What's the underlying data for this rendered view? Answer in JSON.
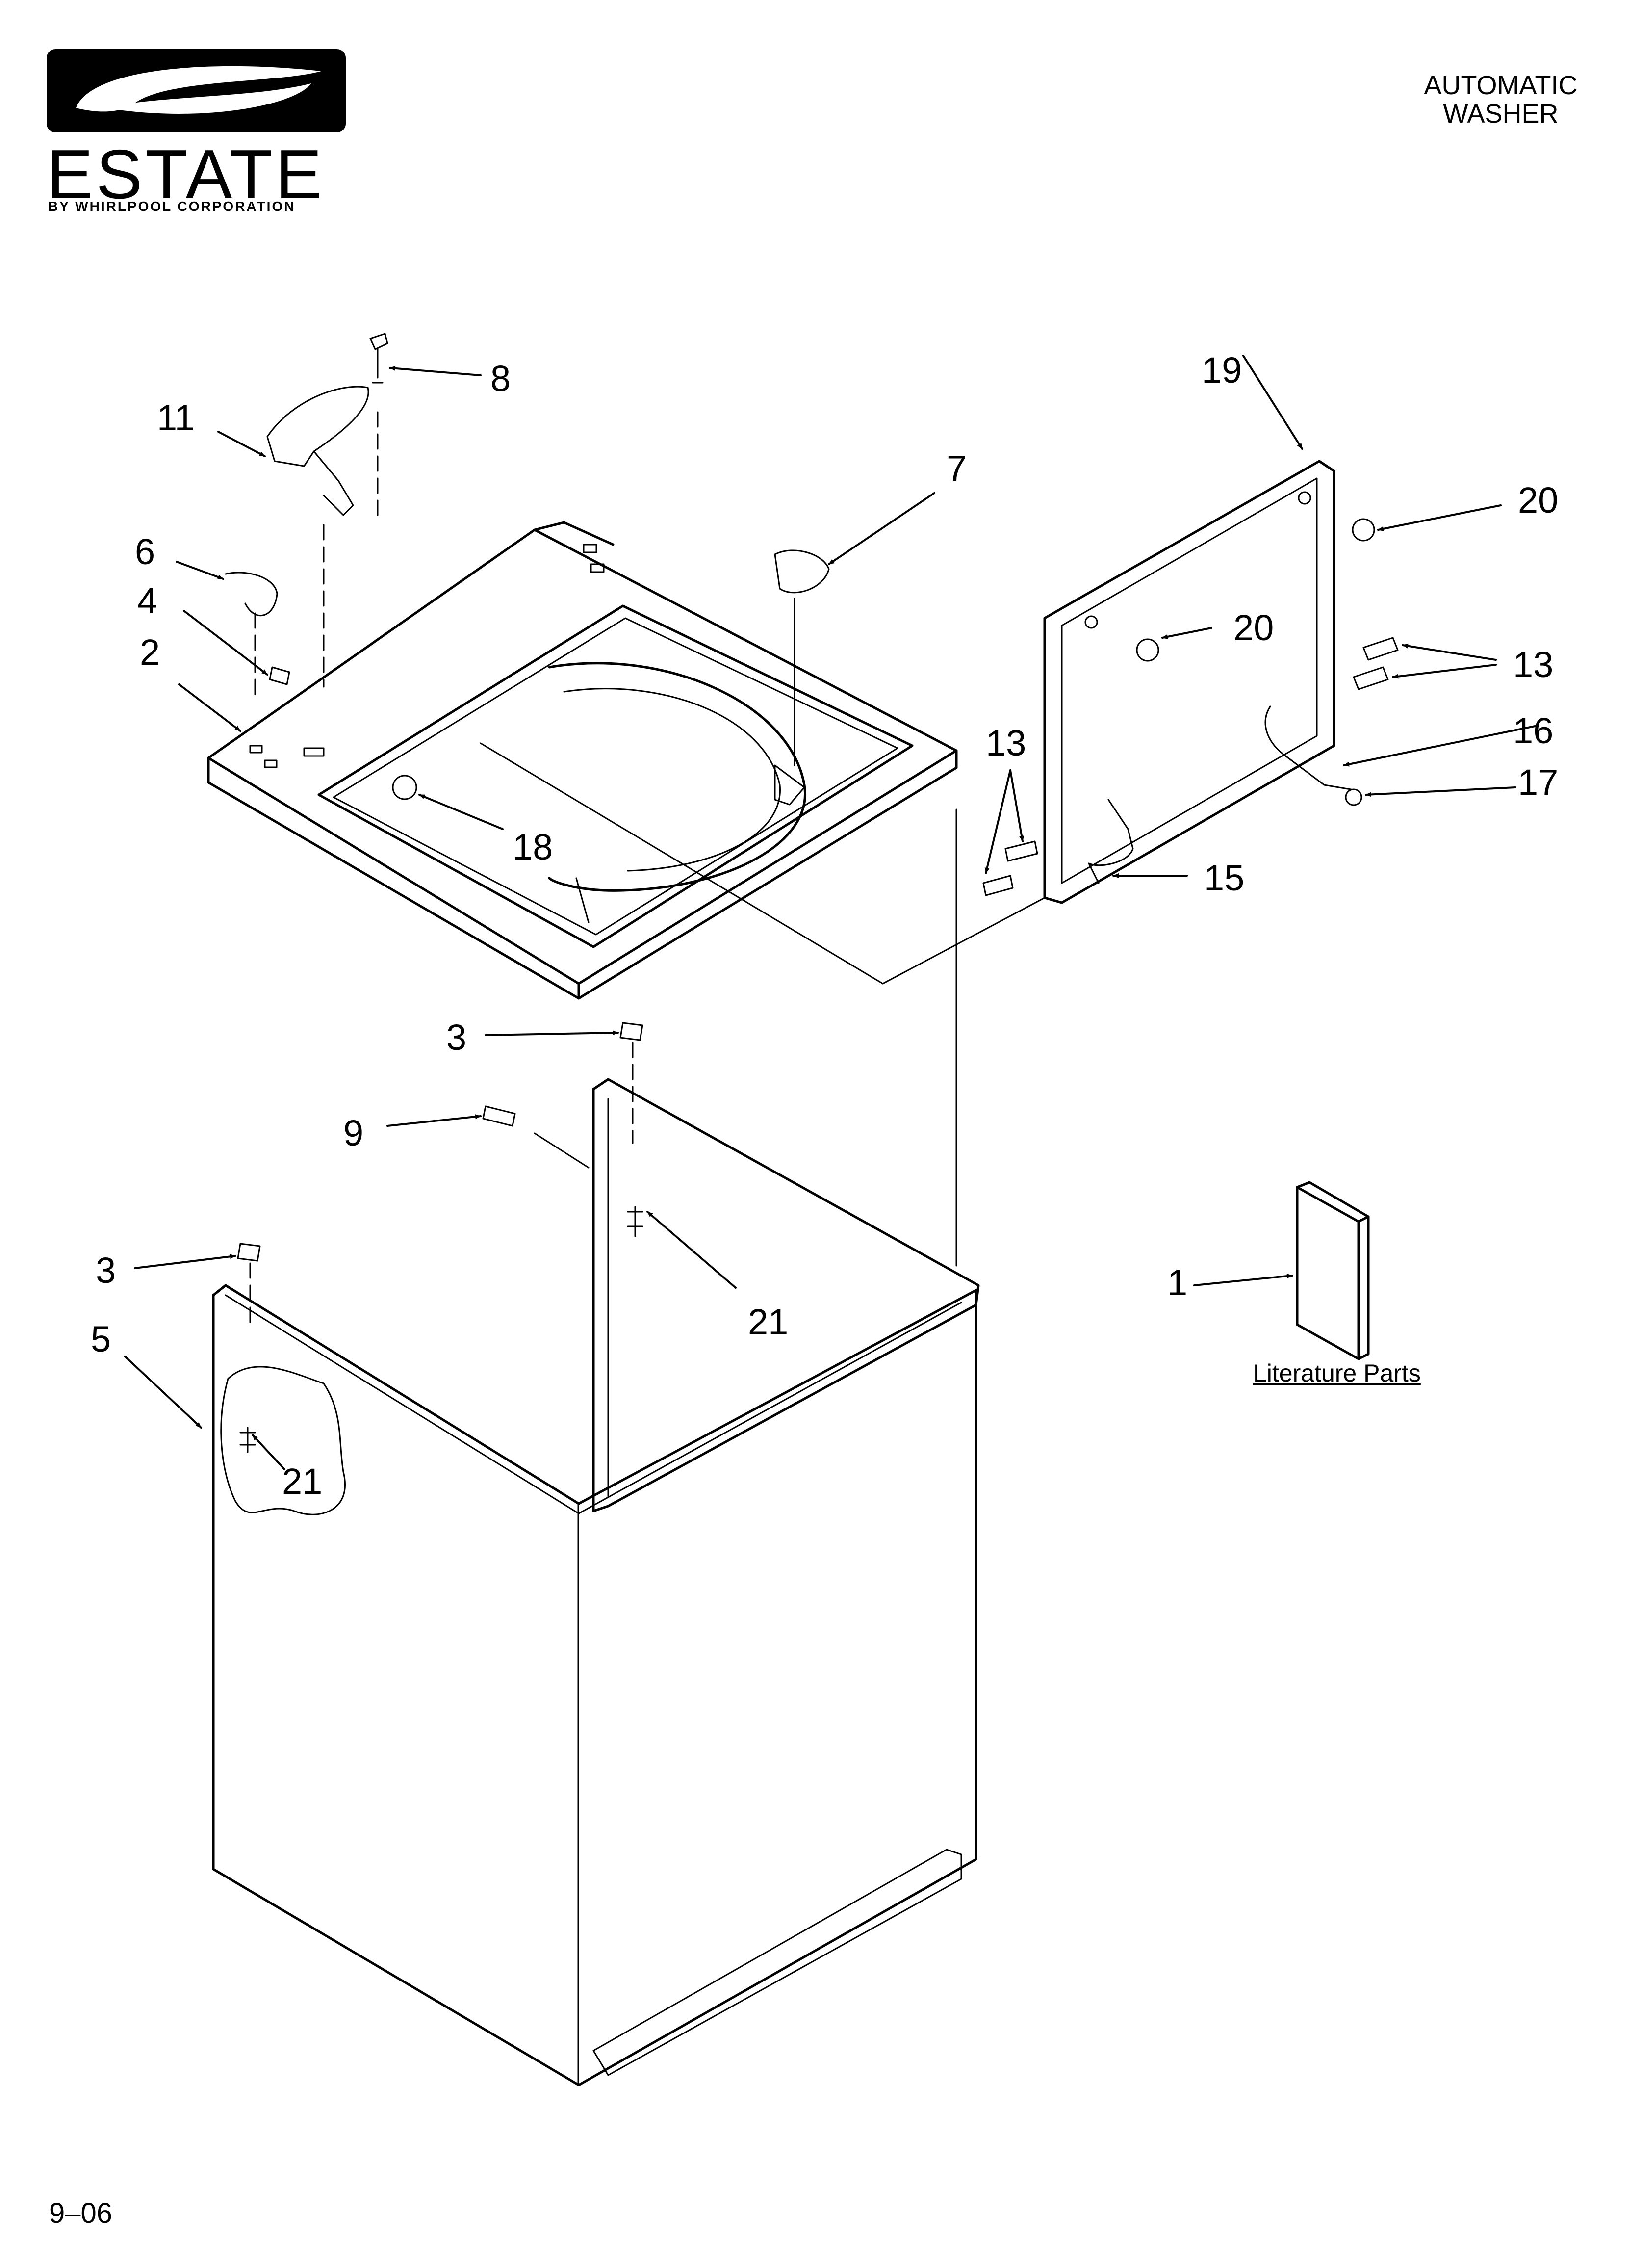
{
  "brand": {
    "name": "ESTATE",
    "subtitle": "BY WHIRLPOOL CORPORATION"
  },
  "document": {
    "title_line1": "AUTOMATIC",
    "title_line2": "WASHER",
    "page_code": "9–06"
  },
  "literature_label": "Literature Parts",
  "callouts": [
    "8",
    "11",
    "6",
    "4",
    "2",
    "7",
    "19",
    "20",
    "20",
    "13",
    "13",
    "16",
    "17",
    "15",
    "18",
    "3",
    "9",
    "3",
    "5",
    "21",
    "21",
    "1"
  ],
  "colors": {
    "ink": "#000000",
    "paper": "#ffffff"
  }
}
